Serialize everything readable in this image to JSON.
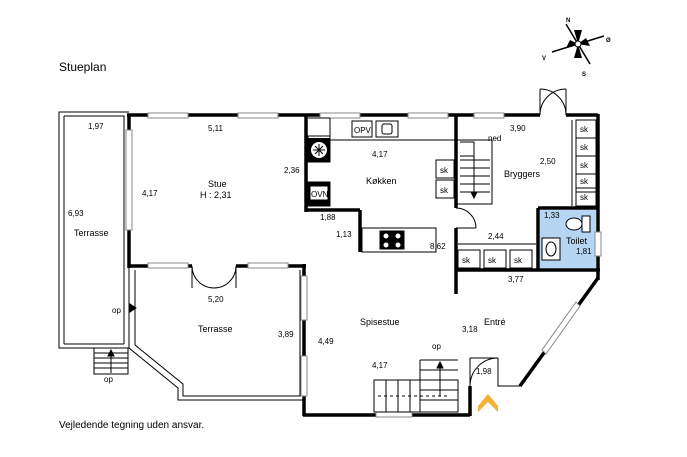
{
  "title": "Stueplan",
  "disclaimer": "Vejledende tegning uden ansvar.",
  "compass": {
    "n": "N",
    "s": "S",
    "v": "V",
    "o": "Ø"
  },
  "rooms": {
    "terrasse_left": "Terrasse",
    "stue": "Stue",
    "stue_height": "H : 2,31",
    "kokken": "Køkken",
    "bryggers": "Bryggers",
    "toilet": "Toilet",
    "terrasse_mid": "Terrasse",
    "spisestue": "Spisestue",
    "entre": "Entré"
  },
  "measurements": {
    "m_197": "1,97",
    "m_693": "6,93",
    "m_511": "5,11",
    "m_417_stue": "4,17",
    "m_236": "2,36",
    "m_188": "1,88",
    "m_113": "1,13",
    "m_417_kok": "4,17",
    "m_862": "8,62",
    "m_390": "3,90",
    "m_250": "2,50",
    "m_244": "2,44",
    "m_133": "1,33",
    "m_181": "1,81",
    "m_377": "3,77",
    "m_520": "5,20",
    "m_389": "3,89",
    "m_449": "4,49",
    "m_417_spis": "4,17",
    "m_318": "3,18",
    "m_198": "1,98"
  },
  "fixtures": {
    "opv": "OPV",
    "ovn": "OVN",
    "sk": "sk",
    "ned": "ned",
    "op": "op"
  },
  "colors": {
    "wall": "#000000",
    "toilet_fill": "#b6d5f2",
    "entrance_arrow": "#f2b233",
    "window": "#888888"
  }
}
